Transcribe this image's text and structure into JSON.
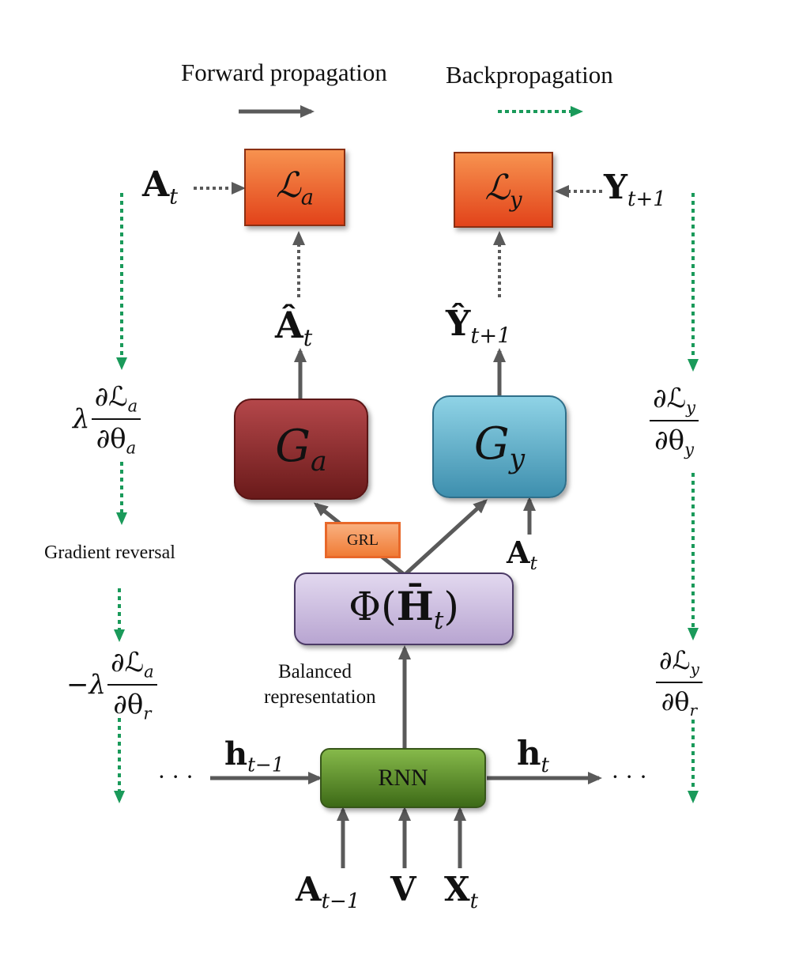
{
  "legend": {
    "forward_label": "Forward propagation",
    "backward_label": "Backpropagation"
  },
  "nodes": {
    "loss_a": {
      "main": "ℒ",
      "sub": "a"
    },
    "loss_y": {
      "main": "ℒ",
      "sub": "y"
    },
    "g_a": {
      "main": "G",
      "sub": "a"
    },
    "g_y": {
      "main": "G",
      "sub": "y"
    },
    "phi": {
      "left": "Φ(",
      "mid": "H̄",
      "sub": "t",
      "right": ")"
    },
    "rnn": {
      "label": "RNN"
    },
    "grl": {
      "label": "GRL"
    }
  },
  "labels": {
    "a_t_left": {
      "main": "A",
      "sub": "t"
    },
    "y_t1": {
      "main": "Y",
      "sub": "t+1"
    },
    "a_hat": {
      "main": "Â",
      "sub": "t"
    },
    "y_hat": {
      "main": "Ŷ",
      "sub": "t+1"
    },
    "a_t_mid": {
      "main": "A",
      "sub": "t"
    },
    "h_prev": {
      "main": "h",
      "sub": "t−1"
    },
    "h_t": {
      "main": "h",
      "sub": "t"
    },
    "a_prev": {
      "main": "A",
      "sub": "t−1"
    },
    "v": {
      "main": "V"
    },
    "x_t": {
      "main": "X",
      "sub": "t"
    },
    "dots_left": "· · ·",
    "dots_right": "· · ·",
    "gradient_reversal": "Gradient reversal",
    "balanced_line1": "Balanced",
    "balanced_line2": "representation"
  },
  "gradients": {
    "left_top": {
      "prefix": "λ",
      "num_main": "∂ℒ",
      "num_sub": "a",
      "den_main": "∂θ",
      "den_sub": "a"
    },
    "left_bottom": {
      "prefix": "−λ",
      "num_main": "∂ℒ",
      "num_sub": "a",
      "den_main": "∂θ",
      "den_sub": "r"
    },
    "right_top": {
      "prefix": "",
      "num_main": "∂ℒ",
      "num_sub": "y",
      "den_main": "∂θ",
      "den_sub": "y"
    },
    "right_bottom": {
      "prefix": "",
      "num_main": "∂ℒ",
      "num_sub": "y",
      "den_main": "∂θ",
      "den_sub": "r"
    }
  },
  "colors": {
    "forward_arrow": "#5a5a5a",
    "backprop_arrow": "#1a9a5a",
    "text": "#111111"
  }
}
